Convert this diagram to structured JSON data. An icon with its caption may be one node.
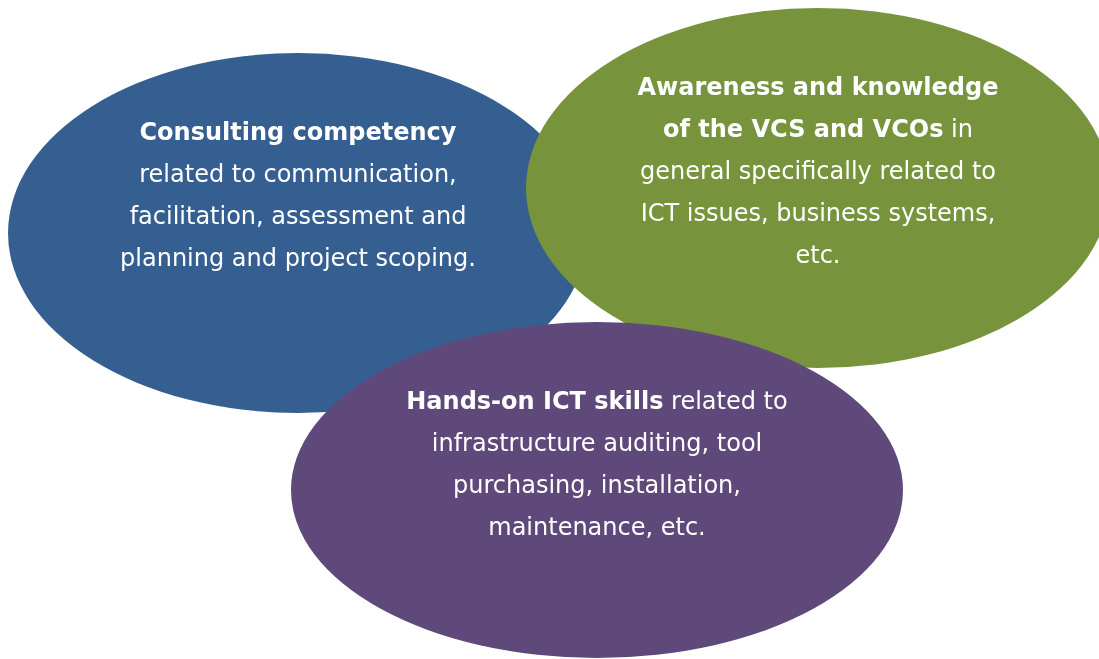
{
  "diagram": {
    "nodes": [
      {
        "text": [
          "**Consulting competency** related to communication, facilitation, assessment and planning and project scoping."
        ]
      },
      {
        "text": [
          "**Awareness and knowledge of the VCS and VCOs** in general specifically related to ICT issues, business systems, etc."
        ]
      },
      {
        "text": [
          "**Hands-on ICT skills** related to infrastructure auditing, tool purchasing, installation, maintenance, etc."
        ]
      }
    ]
  }
}
